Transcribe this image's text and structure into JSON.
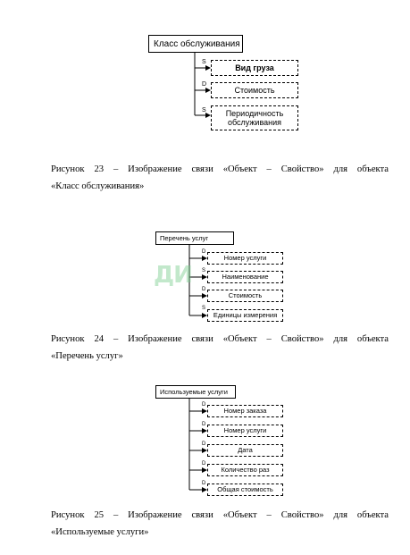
{
  "diagrams": [
    {
      "object": "Класс обслуживания",
      "properties": [
        {
          "letter": "S",
          "label": "Вид груза"
        },
        {
          "letter": "D",
          "label": "Стоимость"
        },
        {
          "letter": "S",
          "label": "Периодичность обслуживания"
        }
      ]
    },
    {
      "object": "Перечень услуг",
      "properties": [
        {
          "letter": "D",
          "label": "Номер услуги"
        },
        {
          "letter": "S",
          "label": "Наименование"
        },
        {
          "letter": "D",
          "label": "Стоимость"
        },
        {
          "letter": "S",
          "label": "Единицы измерения"
        }
      ]
    },
    {
      "object": "Используемые услуги",
      "properties": [
        {
          "letter": "D",
          "label": "Номер заказа"
        },
        {
          "letter": "D",
          "label": "Номер услуги"
        },
        {
          "letter": "D",
          "label": "Дата"
        },
        {
          "letter": "D",
          "label": "Количество раз"
        },
        {
          "letter": "D",
          "label": "Общая стоимость"
        }
      ]
    }
  ],
  "captions": [
    {
      "line1": "Рисунок 23 – Изображение связи «Объект – Свойство» для объекта",
      "line2": "«Класс обслуживания»"
    },
    {
      "line1": "Рисунок 24 – Изображение связи «Объект – Свойство» для объекта",
      "line2": "«Перечень услуг»"
    },
    {
      "line1": "Рисунок 25 – Изображение связи «Объект – Свойство» для объекта",
      "line2": "«Используемые услуги»"
    }
  ],
  "watermark": "ДИ"
}
